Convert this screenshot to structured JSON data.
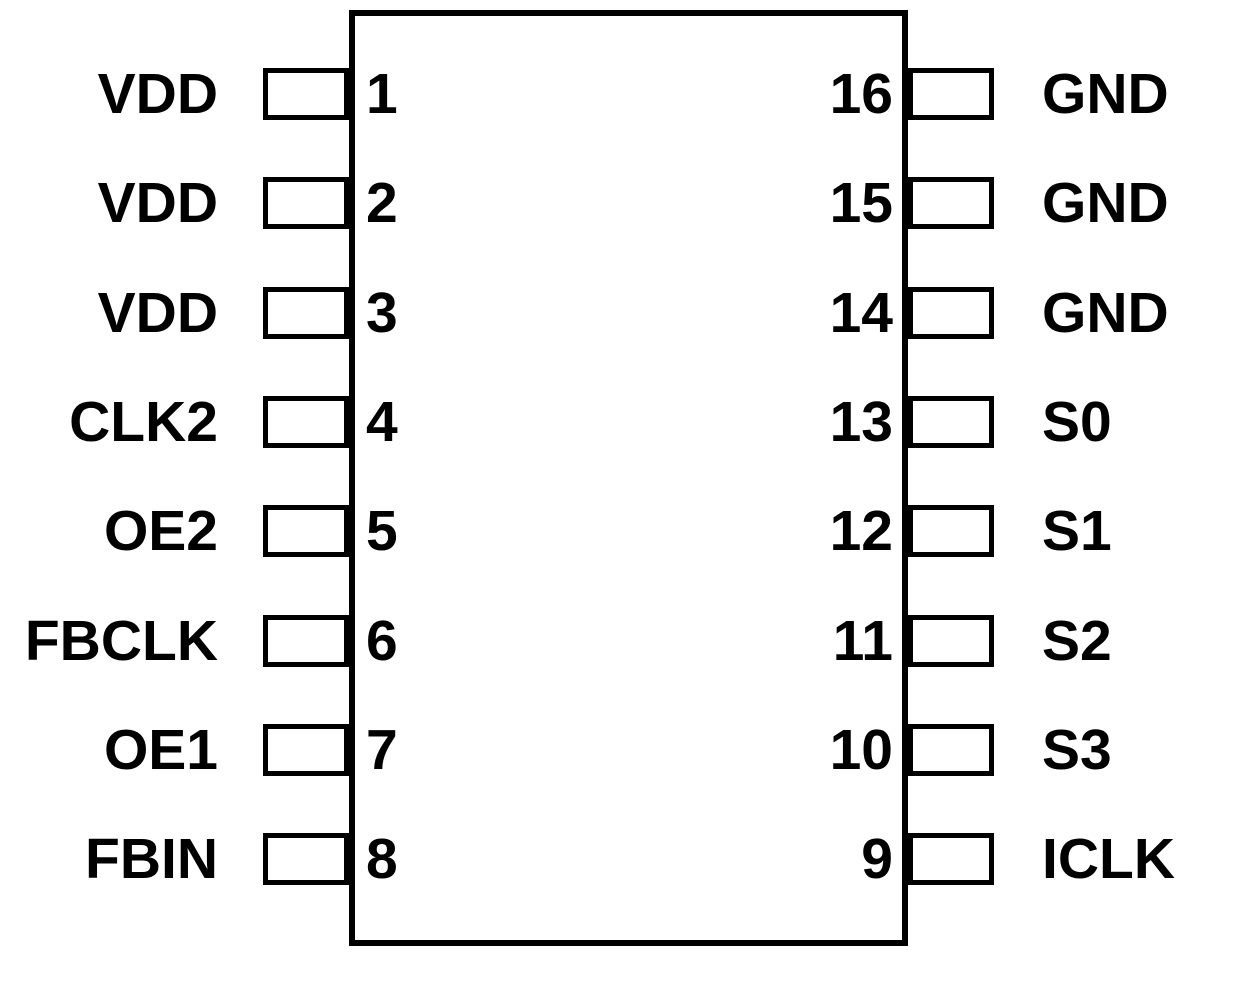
{
  "colors": {
    "background": "#ffffff",
    "line": "#000000",
    "text": "#000000"
  },
  "ic": {
    "pin_count": 16,
    "left_pins": [
      {
        "number": "1",
        "label": "VDD"
      },
      {
        "number": "2",
        "label": "VDD"
      },
      {
        "number": "3",
        "label": "VDD"
      },
      {
        "number": "4",
        "label": "CLK2"
      },
      {
        "number": "5",
        "label": "OE2"
      },
      {
        "number": "6",
        "label": "FBCLK"
      },
      {
        "number": "7",
        "label": "OE1"
      },
      {
        "number": "8",
        "label": "FBIN"
      }
    ],
    "right_pins": [
      {
        "number": "16",
        "label": "GND"
      },
      {
        "number": "15",
        "label": "GND"
      },
      {
        "number": "14",
        "label": "GND"
      },
      {
        "number": "13",
        "label": "S0"
      },
      {
        "number": "12",
        "label": "S1"
      },
      {
        "number": "11",
        "label": "S2"
      },
      {
        "number": "10",
        "label": "S3"
      },
      {
        "number": "9",
        "label": "ICLK"
      }
    ]
  }
}
